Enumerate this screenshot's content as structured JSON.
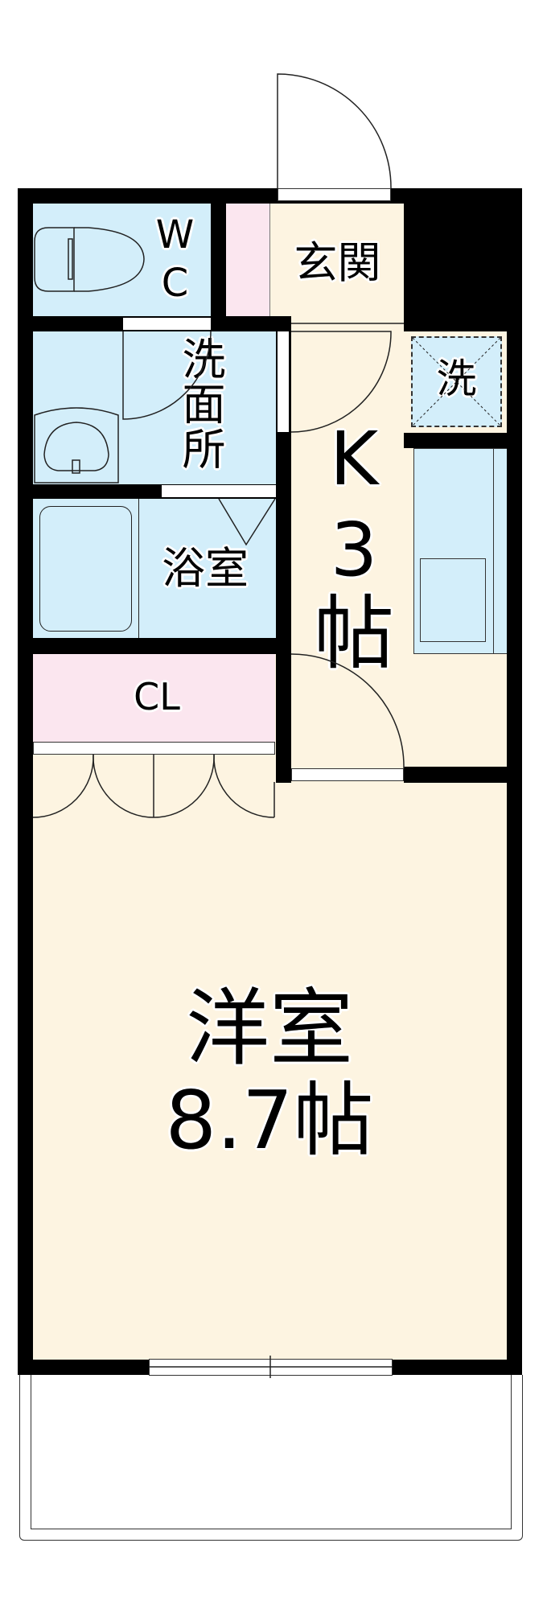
{
  "floorplan": {
    "layout_type": "1K",
    "colors": {
      "wall": "#000000",
      "wet_area": "#d3eefa",
      "storage": "#fbe6ef",
      "living": "#fdf4e1"
    },
    "rooms": {
      "wc": {
        "label_line1": "W",
        "label_line2": "C"
      },
      "entrance": {
        "label": "玄関"
      },
      "washroom": {
        "label": "洗面所"
      },
      "washer": {
        "label": "洗"
      },
      "bathroom": {
        "label": "浴室"
      },
      "kitchen": {
        "label_letter": "K",
        "label_size": "3",
        "label_unit": "帖"
      },
      "closet": {
        "label": "CL"
      },
      "western_room": {
        "label_line1": "洋室",
        "label_line2": "8.7帖"
      }
    }
  }
}
